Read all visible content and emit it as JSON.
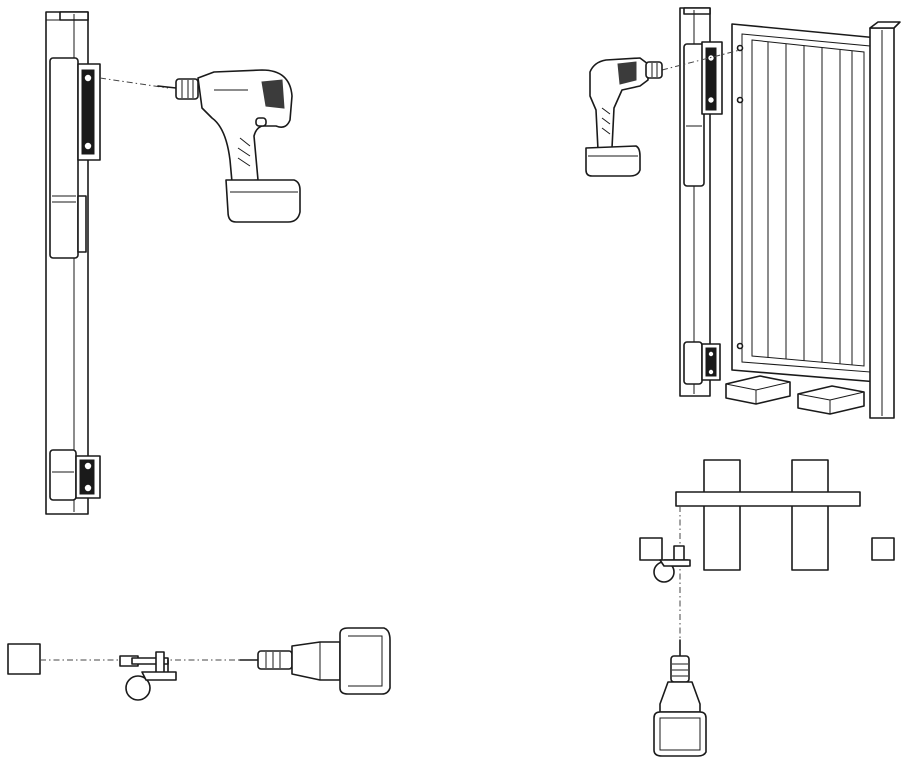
{
  "figure": {
    "panels": [
      {
        "id": "post-hinge-drilling",
        "view": "elevation"
      },
      {
        "id": "gate-hinge-drilling",
        "view": "elevation"
      },
      {
        "id": "post-hinge-drilling-plan",
        "view": "top"
      },
      {
        "id": "gate-hinge-drilling-plan",
        "view": "top"
      }
    ],
    "icons": [
      "post-icon",
      "hinge-icon",
      "cordless-drill-icon",
      "gate-icon",
      "wood-block-icon",
      "drill-axis-dashed-line"
    ],
    "colors": {
      "line": "#1a1a1a",
      "background": "#ffffff",
      "dash": "#444444"
    }
  }
}
